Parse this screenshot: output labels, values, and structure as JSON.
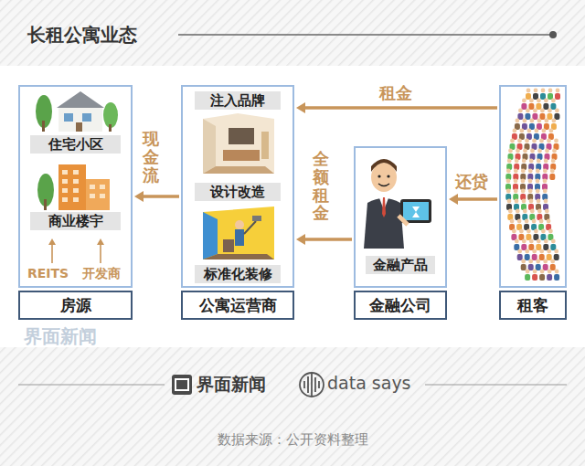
{
  "diagram": {
    "title": "长租公寓业态",
    "caption": "数据来源：公开资料整理",
    "nodes": [
      {
        "text": [
          "房源"
        ]
      },
      {
        "text": [
          "住宅小区"
        ],
        "in": 0
      },
      {
        "text": [
          "商业楼宇"
        ],
        "in": 0
      },
      {
        "text": [
          "公寓运营商"
        ]
      },
      {
        "text": [
          "注入品牌"
        ],
        "in": 3
      },
      {
        "text": [
          "设计改造"
        ],
        "in": 3
      },
      {
        "text": [
          "标准化装修"
        ],
        "in": 3
      },
      {
        "text": [
          "金融公司"
        ]
      },
      {
        "text": [
          "金融产品"
        ],
        "in": 7
      },
      {
        "text": [
          "租客"
        ]
      }
    ],
    "edges": [
      {
        "from": 3,
        "to": 0,
        "label": "现金流",
        "arrow": "to"
      },
      {
        "from": 7,
        "to": 3,
        "label": "全额租金",
        "arrow": "to"
      },
      {
        "from": 9,
        "to": 3,
        "label": "租金",
        "arrow": "to"
      },
      {
        "from": 9,
        "to": 7,
        "label": "还贷",
        "arrow": "to"
      }
    ],
    "labels": [
      "REITS",
      "开发商",
      "界面新闻",
      "界面新闻",
      "data says"
    ]
  }
}
